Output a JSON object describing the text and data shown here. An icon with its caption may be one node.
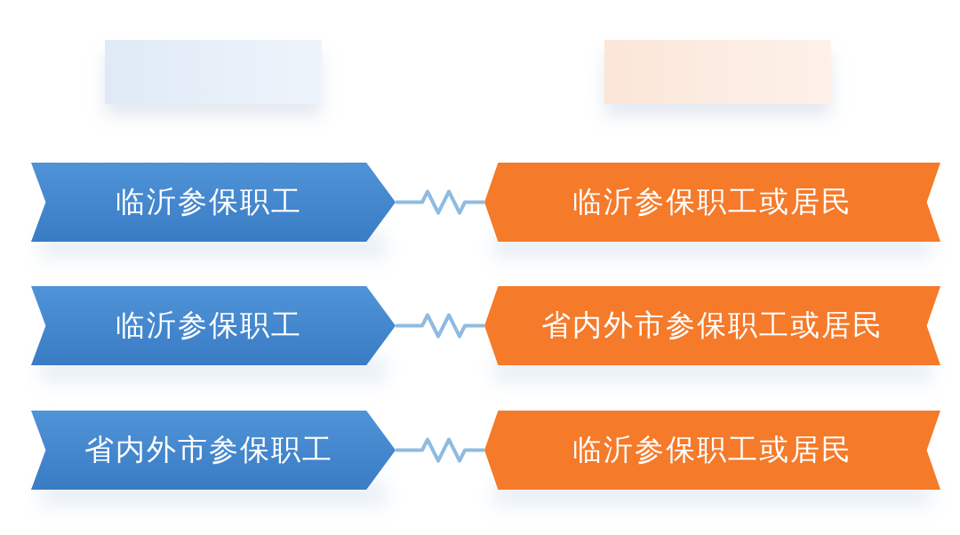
{
  "diagram": {
    "nodes": [
      {
        "text": [],
        "shape": "box"
      },
      {
        "text": [],
        "shape": "box"
      },
      {
        "text": [
          "临沂参保职工"
        ]
      },
      {
        "text": [
          "临沂参保职工或居民"
        ]
      },
      {
        "text": [
          "临沂参保职工"
        ]
      },
      {
        "text": [
          "省内外市参保职工或居民"
        ]
      },
      {
        "text": [
          "省内外市参保职工"
        ]
      },
      {
        "text": [
          "临沂参保职工或居民"
        ]
      }
    ],
    "edges": [
      {
        "from": 2,
        "to": 3,
        "arrow": "none"
      },
      {
        "from": 4,
        "to": 5,
        "arrow": "none"
      },
      {
        "from": 6,
        "to": 7,
        "arrow": "none"
      }
    ]
  }
}
